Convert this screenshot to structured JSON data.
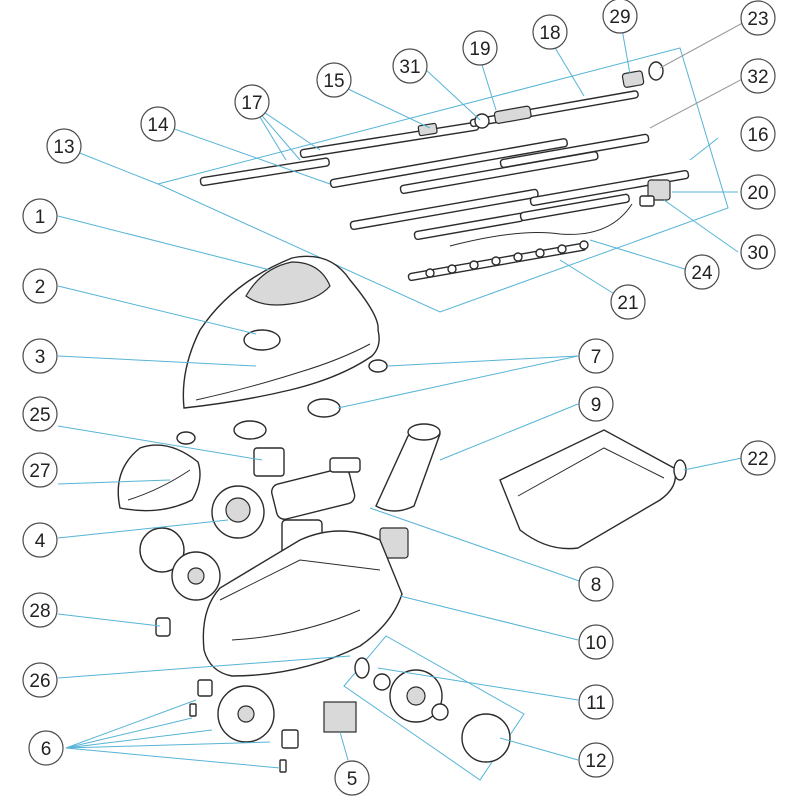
{
  "labels": [
    {
      "id": "1",
      "text": "1"
    },
    {
      "id": "2",
      "text": "2"
    },
    {
      "id": "3",
      "text": "3"
    },
    {
      "id": "4",
      "text": "4"
    },
    {
      "id": "5",
      "text": "5"
    },
    {
      "id": "6",
      "text": "6"
    },
    {
      "id": "7",
      "text": "7"
    },
    {
      "id": "8",
      "text": "8"
    },
    {
      "id": "9",
      "text": "9"
    },
    {
      "id": "10",
      "text": "10"
    },
    {
      "id": "11",
      "text": "11"
    },
    {
      "id": "12",
      "text": "12"
    },
    {
      "id": "13",
      "text": "13"
    },
    {
      "id": "14",
      "text": "14"
    },
    {
      "id": "15",
      "text": "15"
    },
    {
      "id": "16",
      "text": "16"
    },
    {
      "id": "17",
      "text": "17"
    },
    {
      "id": "18",
      "text": "18"
    },
    {
      "id": "19",
      "text": "19"
    },
    {
      "id": "20",
      "text": "20"
    },
    {
      "id": "21",
      "text": "21"
    },
    {
      "id": "22",
      "text": "22"
    },
    {
      "id": "23",
      "text": "23"
    },
    {
      "id": "24",
      "text": "24"
    },
    {
      "id": "25",
      "text": "25"
    },
    {
      "id": "26",
      "text": "26"
    },
    {
      "id": "27",
      "text": "27"
    },
    {
      "id": "28",
      "text": "28"
    },
    {
      "id": "29",
      "text": "29"
    },
    {
      "id": "30",
      "text": "30"
    },
    {
      "id": "31",
      "text": "31"
    },
    {
      "id": "32",
      "text": "32"
    }
  ],
  "colors": {
    "leader": "#56b4d6",
    "line_art": "#2b2b2b",
    "circle_stroke": "#4a4a4a"
  }
}
